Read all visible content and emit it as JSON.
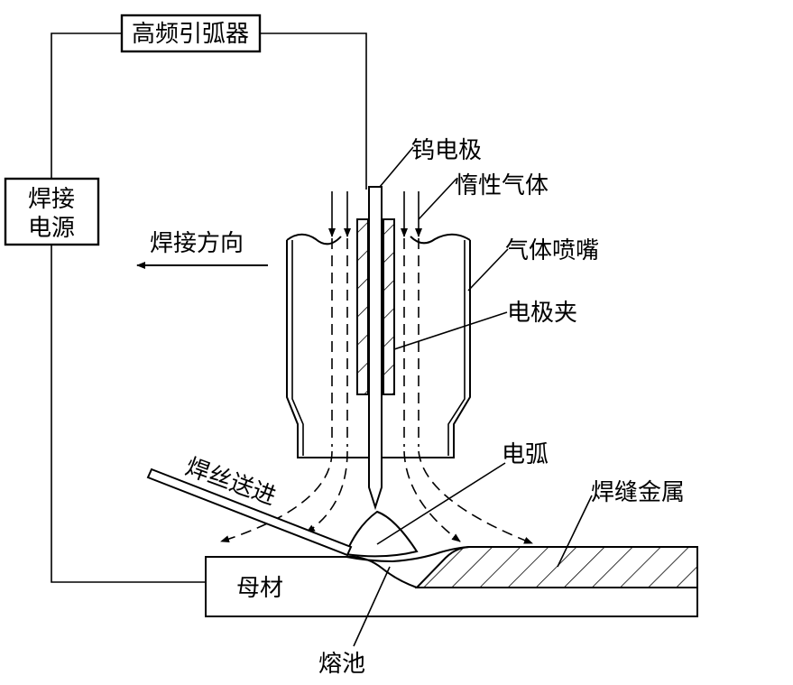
{
  "labels": {
    "hf_starter": "高频引弧器",
    "power_line1": "焊接",
    "power_line2": "电源",
    "tungsten": "钨电极",
    "inert_gas": "惰性气体",
    "nozzle": "气体喷嘴",
    "direction": "焊接方向",
    "holder": "电极夹",
    "arc": "电弧",
    "wire_feed": "焊丝送进",
    "weld_metal": "焊缝金属",
    "base_metal": "母材",
    "pool": "熔池"
  }
}
